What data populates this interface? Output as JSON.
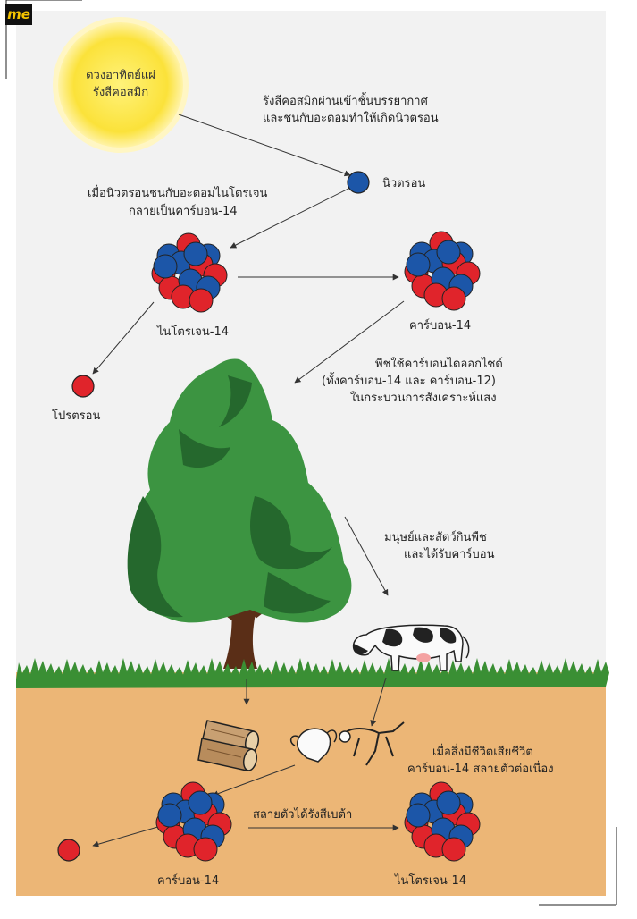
{
  "logo": "me",
  "sun": {
    "line1": "ดวงอาทิตย์แผ่",
    "line2": "รังสีคอสมิก"
  },
  "labels": {
    "cosmic_1": "รังสีคอสมิกผ่านเข้าชั้นบรรยากาศ",
    "cosmic_2": "และชนกับอะตอมทำให้เกิดนิวตรอน",
    "neutron": "นิวตรอน",
    "collide_1": "เมื่อนิวตรอนชนกับอะตอมไนโตรเจน",
    "collide_2": "กลายเป็นคาร์บอน-14",
    "nitrogen14_top": "ไนโตรเจน-14",
    "carbon14_top": "คาร์บอน-14",
    "proton_top": "โปรตรอน",
    "plants_1": "พืชใช้คาร์บอนไดออกไซด์",
    "plants_2": "(ทั้งคาร์บอน-14 และ คาร์บอน-12)",
    "plants_3": "ในกระบวนการสังเคราะห์แสง",
    "eat_1": "มนุษย์และสัตว์กินพืช",
    "eat_2": "และได้รับคาร์บอน",
    "dead_1": "เมื่อสิ่งมีชีวิตเสียชีวิต",
    "dead_2": "คาร์บอน-14 สลายตัวต่อเนื่อง",
    "beta": "สลายตัวได้รังสีเบต้า",
    "carbon14_bottom": "คาร์บอน-14",
    "nitrogen14_bottom": "ไนโตรเจน-14"
  },
  "colors": {
    "proton": "#e0242b",
    "neutron": "#1c56a8",
    "sun": "#fbe23a",
    "sun_glow": "#fff6b0",
    "soil": "#ecb676",
    "grass": "#3a8f34",
    "tree_light": "#3c9441",
    "tree_dark": "#25682d",
    "trunk": "#5a2e17"
  }
}
